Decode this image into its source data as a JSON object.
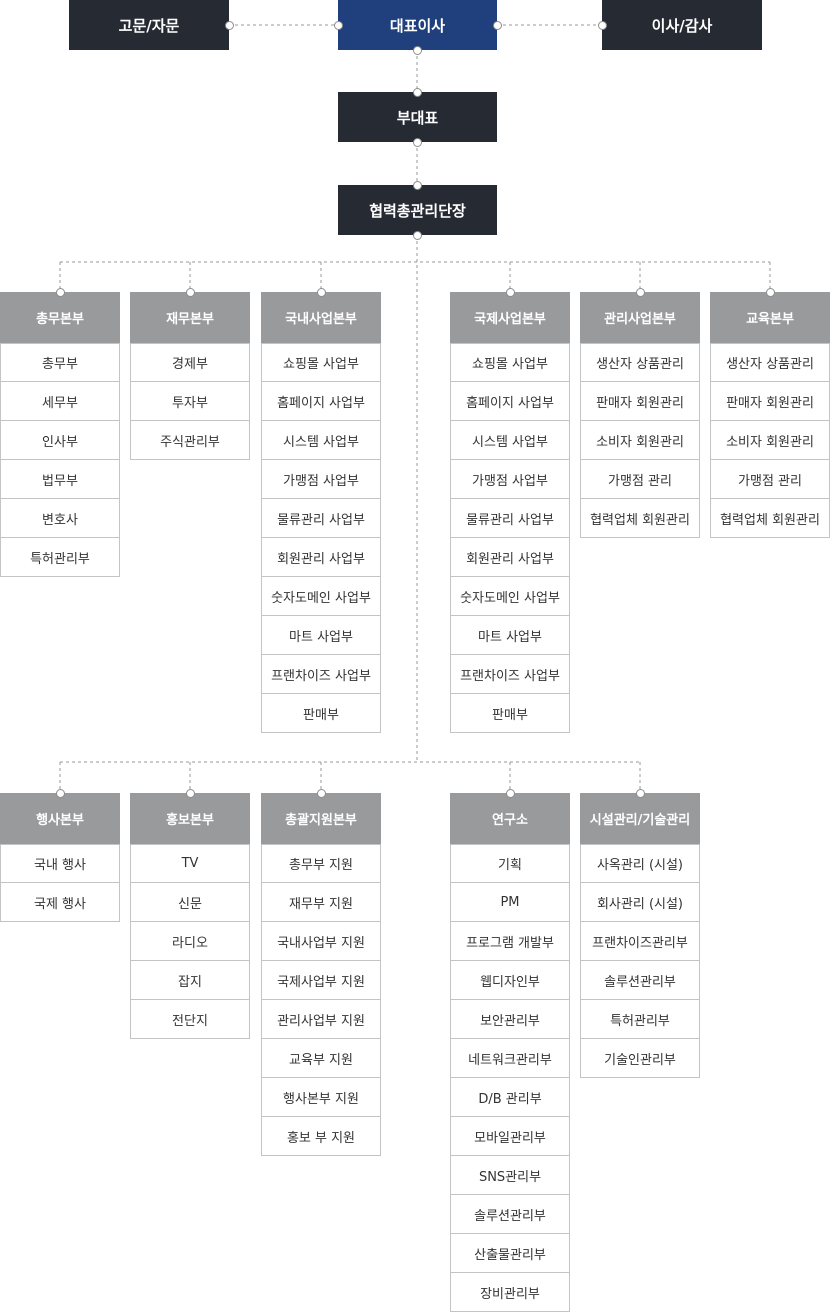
{
  "top": {
    "advisor": "고문/자문",
    "ceo": "대표이사",
    "directors": "이사/감사",
    "vice_ceo": "부대표",
    "cooperation_head": "협력총관리단장"
  },
  "colors": {
    "exec_box": "#252a33",
    "ceo_box": "#1f3f7d",
    "dept_header": "#999a9c",
    "cell_border": "#c4c4c4",
    "connector": "#9a9a9a"
  },
  "rows": [
    [
      {
        "name": "총무본부",
        "items": [
          "총무부",
          "세무부",
          "인사부",
          "법무부",
          "변호사",
          "특허관리부"
        ]
      },
      {
        "name": "재무본부",
        "items": [
          "경제부",
          "투자부",
          "주식관리부"
        ]
      },
      {
        "name": "국내사업본부",
        "items": [
          "쇼핑몰 사업부",
          "홈페이지 사업부",
          "시스템 사업부",
          "가맹점 사업부",
          "물류관리 사업부",
          "회원관리 사업부",
          "숫자도메인 사업부",
          "마트 사업부",
          "프랜차이즈 사업부",
          "판매부"
        ]
      },
      {
        "name": "국제사업본부",
        "items": [
          "쇼핑몰 사업부",
          "홈페이지 사업부",
          "시스템 사업부",
          "가맹점 사업부",
          "물류관리 사업부",
          "회원관리 사업부",
          "숫자도메인 사업부",
          "마트 사업부",
          "프랜차이즈 사업부",
          "판매부"
        ]
      },
      {
        "name": "관리사업본부",
        "items": [
          "생산자 상품관리",
          "판매자 회원관리",
          "소비자 회원관리",
          "가맹점 관리",
          "협력업체 회원관리"
        ]
      },
      {
        "name": "교육본부",
        "items": [
          "생산자 상품관리",
          "판매자 회원관리",
          "소비자 회원관리",
          "가맹점 관리",
          "협력업체 회원관리"
        ]
      }
    ],
    [
      {
        "name": "행사본부",
        "items": [
          "국내 행사",
          "국제 행사"
        ]
      },
      {
        "name": "홍보본부",
        "items": [
          "TV",
          "신문",
          "라디오",
          "잡지",
          "전단지"
        ]
      },
      {
        "name": "총괄지원본부",
        "items": [
          "총무부 지원",
          "재무부 지원",
          "국내사업부 지원",
          "국제사업부 지원",
          "관리사업부 지원",
          "교육부 지원",
          "행사본부 지원",
          "홍보 부 지원"
        ]
      },
      {
        "name": "연구소",
        "items": [
          "기획",
          "PM",
          "프로그램 개발부",
          "웹디자인부",
          "보안관리부",
          "네트워크관리부",
          "D/B 관리부",
          "모바일관리부",
          "SNS관리부",
          "솔루션관리부",
          "산출물관리부",
          "장비관리부"
        ]
      },
      {
        "name": "시설관리/기술관리",
        "items": [
          "사옥관리 (시설)",
          "회사관리 (시설)",
          "프랜차이즈관리부",
          "솔루션관리부",
          "특허관리부",
          "기술인관리부"
        ]
      }
    ]
  ]
}
